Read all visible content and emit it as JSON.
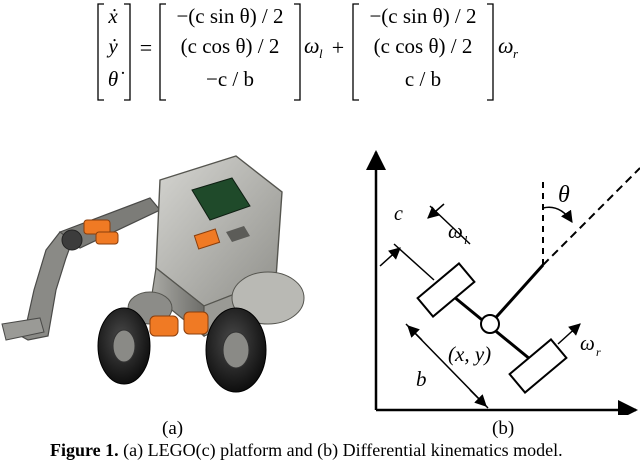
{
  "equation": {
    "lhs": [
      "ẋ",
      "ẏ",
      "θ̇"
    ],
    "matrix_left": [
      "−(c sin θ) / 2",
      "(c cos θ) / 2",
      "−c / b"
    ],
    "omega_left": "ω",
    "omega_left_sub": "l",
    "plus": "+",
    "equals": "=",
    "matrix_right": [
      "−(c sin θ) / 2",
      "(c cos θ) / 2",
      "c / b"
    ],
    "omega_right": "ω",
    "omega_right_sub": "r"
  },
  "figure_a": {
    "label": "(a)"
  },
  "figure_b": {
    "label": "(b)",
    "theta": "θ",
    "c": "c",
    "omega_l": "ω",
    "omega_l_sub": "l",
    "omega_r": "ω",
    "omega_r_sub": "r",
    "point": "(x, y)",
    "b": "b"
  },
  "caption": {
    "label": "Figure 1.",
    "text": "(a) LEGO(c) platform and (b) Differential kinematics model."
  }
}
